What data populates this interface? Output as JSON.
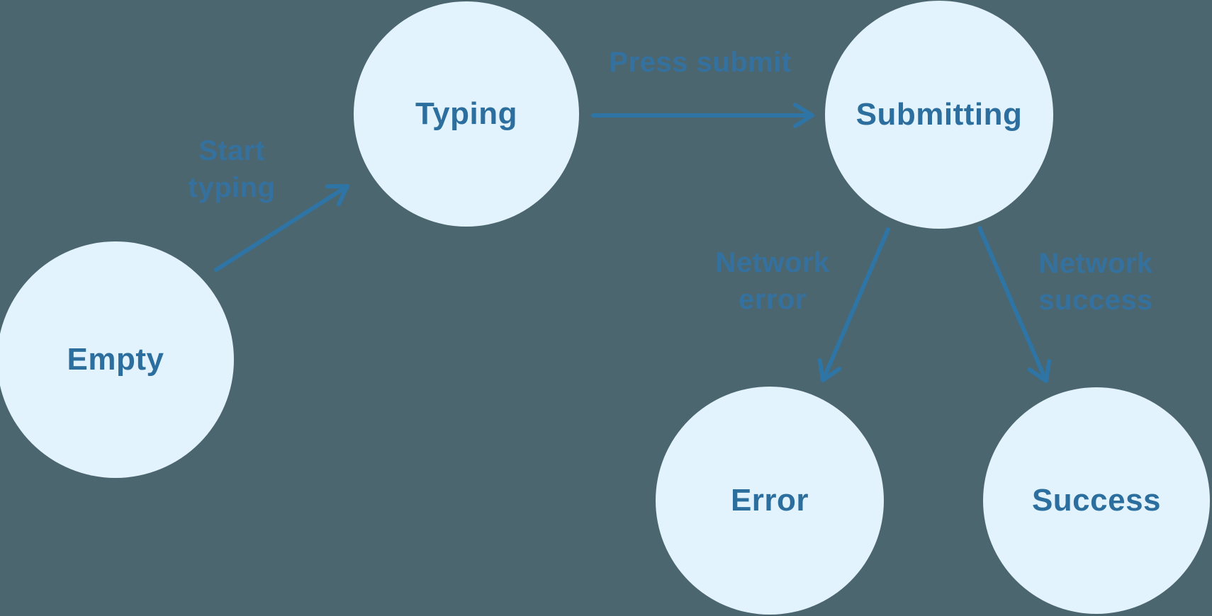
{
  "diagram": {
    "type": "state-machine",
    "colors": {
      "background": "#4C6670",
      "node_fill": "#E3F3FD",
      "node_text": "#2C6F9F",
      "edge_label_text": "#34719E",
      "arrow_stroke": "#2E74A4"
    },
    "nodes": [
      {
        "id": "empty",
        "label": "Empty"
      },
      {
        "id": "typing",
        "label": "Typing"
      },
      {
        "id": "submitting",
        "label": "Submitting"
      },
      {
        "id": "error",
        "label": "Error"
      },
      {
        "id": "success",
        "label": "Success"
      }
    ],
    "edges": [
      {
        "from": "empty",
        "to": "typing",
        "label": "Start typing"
      },
      {
        "from": "typing",
        "to": "submitting",
        "label": "Press submit"
      },
      {
        "from": "submitting",
        "to": "error",
        "label": "Network error"
      },
      {
        "from": "submitting",
        "to": "success",
        "label": "Network success"
      }
    ]
  }
}
